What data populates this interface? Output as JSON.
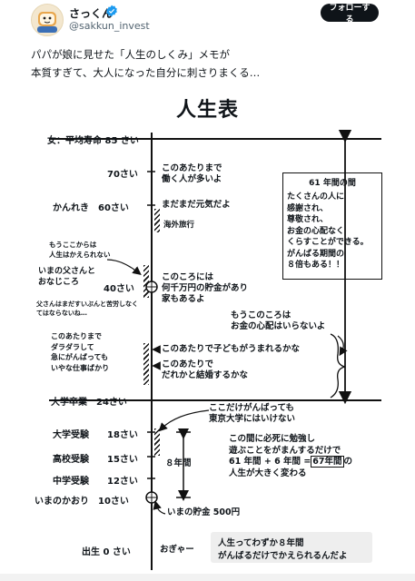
{
  "tweet": {
    "display_name": "さっくん",
    "handle": "@sakkun_invest",
    "follow_label": "フォローする",
    "text_lines": [
      "パパが娘に見せた「人生のしくみ」メモが",
      "本質すぎて、大人になった自分に刺さりまくる…"
    ]
  },
  "figure": {
    "title": "人生表",
    "ages": {
      "a85": "女：平均寿命 85 さい",
      "a70": "70さい",
      "a60": "かんれき　60さい",
      "a40": "40さい",
      "a24": "大学卒業　24さい",
      "a18": "大学受験　　18さい",
      "a15": "高校受験　　15さい",
      "a12": "中学受験　　12さい",
      "a10": "いまのかおり　10さい",
      "a0": "出生 0 さい"
    },
    "left_notes": {
      "kaerarenai": [
        "もうここからは",
        "人生はかえられない"
      ],
      "papa_age": [
        "いまの父さんと",
        "おなじころ"
      ],
      "papa_note": "父さんはまだすいぶんと苦労しなくてはならないね…",
      "hard_work": [
        "このあたりまで",
        "ダラダラして",
        "急にがんばっても",
        "いやな仕事ばかり"
      ]
    },
    "right_notes": {
      "work70": [
        "このあたりまで",
        "働く人が多いよ"
      ],
      "genki": "まだまだ元気だよ",
      "kaigai": "海外旅行",
      "savings": [
        "このころには",
        "何千万円の貯金があり",
        "家もあるよ"
      ],
      "no_worry": [
        "もうこのころは",
        "お金の心配はいらないよ"
      ],
      "kids": "このあたりで子どもがうまれるかな",
      "marriage": [
        "このあたりで",
        "だれかと結婚するかな"
      ],
      "todai": [
        "ここだけがんばっても",
        "東京大学にはいけない"
      ],
      "eight_years": "８年間",
      "study": [
        "この間に必死に勉強し",
        "遊ぶことをがまんするだけで",
        "61 年間 + 6 年間 =",
        "67年間",
        "の",
        "人生が大きく変わる"
      ],
      "savings500": "いまの貯金 500円",
      "ogyaa": "おぎゃー"
    },
    "box61": {
      "title": "61 年間の間",
      "lines": [
        "たくさんの人に",
        "感謝され、",
        "尊敬され、",
        "お金の心配なく",
        "くらすことができる。",
        "がんばる期間の",
        "８倍もある！！"
      ]
    },
    "bottom_box": [
      "人生ってわずか８年間",
      "がんばるだけでかえられるんだよ"
    ]
  }
}
